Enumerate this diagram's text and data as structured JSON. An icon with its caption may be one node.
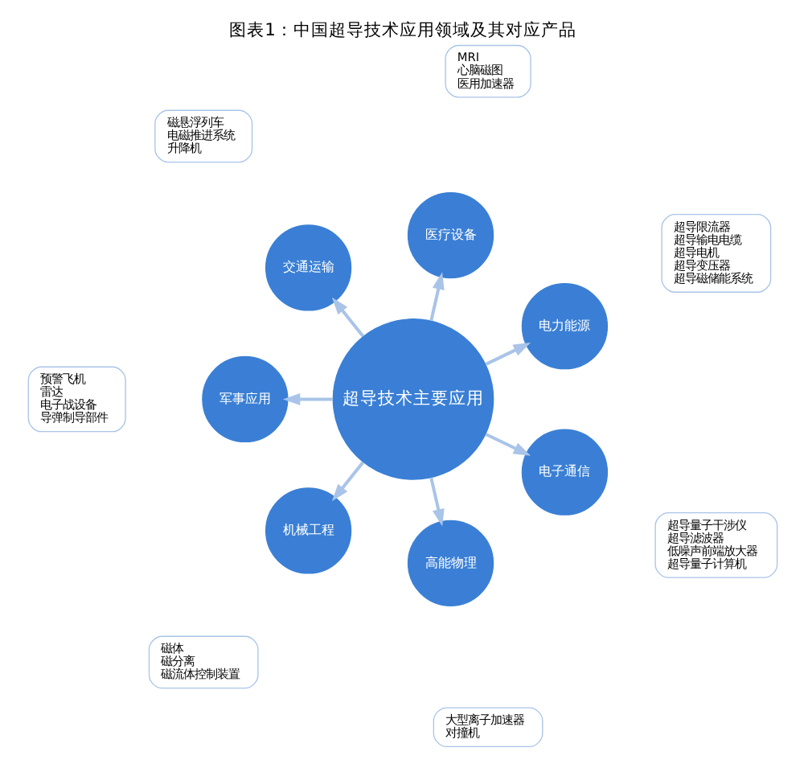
{
  "diagram": {
    "title": "图表1：中国超导技术应用领域及其对应产品",
    "nodes": [
      {
        "text": [
          "超导技术主要应用"
        ]
      },
      {
        "text": [
          "电力能源"
        ]
      },
      {
        "text": [
          "医疗设备"
        ]
      },
      {
        "text": [
          "交通运输"
        ]
      },
      {
        "text": [
          "军事应用"
        ]
      },
      {
        "text": [
          "机械工程"
        ]
      },
      {
        "text": [
          "高能物理"
        ]
      },
      {
        "text": [
          "电子通信"
        ]
      },
      {
        "text": [
          "超导限流器",
          "超导输电电缆",
          "超导电机",
          "超导变压器",
          "超导磁储能系统"
        ]
      },
      {
        "text": [
          "MRI",
          "心脑磁图",
          "医用加速器"
        ]
      },
      {
        "text": [
          "磁悬浮列车",
          "电磁推进系统",
          "升降机"
        ]
      },
      {
        "text": [
          "预警飞机",
          "雷达",
          "电子战设备",
          "导弹制导部件"
        ]
      },
      {
        "text": [
          "磁体",
          "磁分离",
          "磁流体控制装置"
        ]
      },
      {
        "text": [
          "大型离子加速器",
          "对撞机"
        ]
      },
      {
        "text": [
          "超导量子干涉仪",
          "超导滤波器",
          "低噪声前端放大器",
          "超导量子计算机"
        ]
      }
    ],
    "edges": [
      {
        "from": 0,
        "to": 1,
        "arrow": "to"
      },
      {
        "from": 0,
        "to": 2,
        "arrow": "to"
      },
      {
        "from": 0,
        "to": 3,
        "arrow": "to"
      },
      {
        "from": 0,
        "to": 4,
        "arrow": "to"
      },
      {
        "from": 0,
        "to": 5,
        "arrow": "to"
      },
      {
        "from": 0,
        "to": 6,
        "arrow": "to"
      },
      {
        "from": 0,
        "to": 7,
        "arrow": "to"
      }
    ]
  }
}
